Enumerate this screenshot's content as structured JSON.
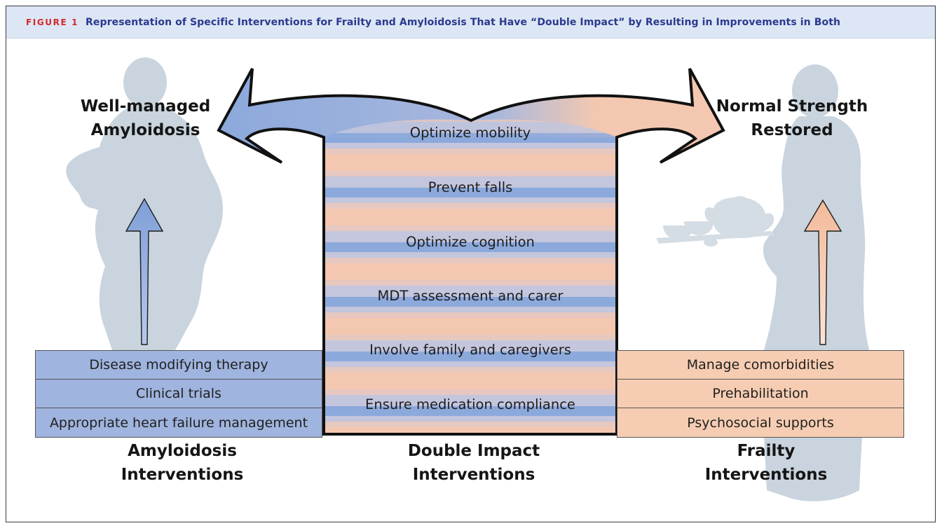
{
  "header": {
    "figure_tag": "FIGURE 1",
    "title": "Representation of Specific Interventions for Frailty and Amyloidosis That Have “Double Impact” by Resulting in Improvements in Both"
  },
  "left": {
    "outcome_line1": "Well-managed",
    "outcome_line2": "Amyloidosis",
    "interventions": [
      "Disease modifying therapy",
      "Clinical trials",
      "Appropriate heart failure management"
    ],
    "footer_line1": "Amyloidosis",
    "footer_line2": "Interventions",
    "color": "#9fb4de"
  },
  "center": {
    "interventions": [
      "Optimize mobility",
      "Prevent falls",
      "Optimize cognition",
      "MDT assessment and carer",
      "Involve family and caregivers",
      "Ensure medication compliance"
    ],
    "footer_line1": "Double Impact",
    "footer_line2": "Interventions"
  },
  "right": {
    "outcome_line1": "Normal Strength",
    "outcome_line2": "Restored",
    "interventions": [
      "Manage comorbidities",
      "Prehabilitation",
      "Psychosocial supports"
    ],
    "footer_line1": "Frailty",
    "footer_line2": "Interventions",
    "color": "#f6cdb2"
  },
  "icons": {
    "left_figure": "person-silhouette-icon",
    "right_figure": "person-with-tea-tray-silhouette-icon",
    "left_arrow": "up-arrow-icon",
    "right_arrow": "up-arrow-icon",
    "split_arrow": "double-headed-split-arrow-icon"
  }
}
